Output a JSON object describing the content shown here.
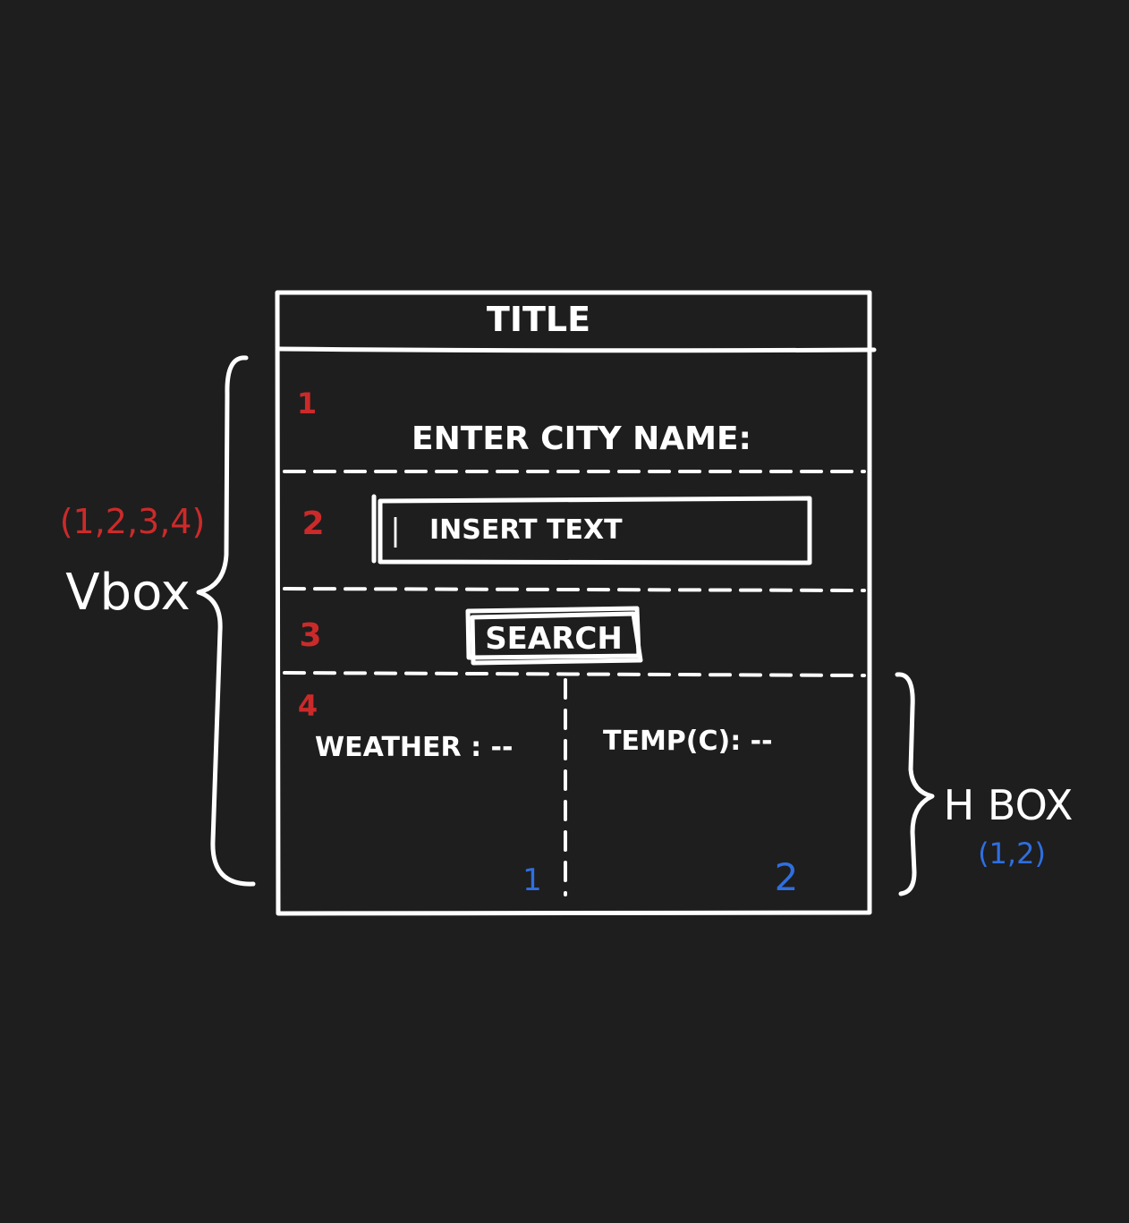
{
  "wireframe": {
    "title": "TITLE",
    "rows": [
      {
        "number": "1",
        "label": "ENTER CITY NAME:"
      },
      {
        "number": "2",
        "input_cursor": "|",
        "input_placeholder": "INSERT TEXT"
      },
      {
        "number": "3",
        "button_label": "SEARCH"
      },
      {
        "number": "4"
      }
    ],
    "hbox_cells": [
      {
        "number": "1",
        "label": "WEATHER : --"
      },
      {
        "number": "2",
        "label": "TEMP(C): --"
      }
    ]
  },
  "annotations": {
    "vbox": {
      "label": "Vbox",
      "children": "(1,2,3,4)"
    },
    "hbox": {
      "label": "H BOX",
      "children": "(1,2)"
    }
  },
  "colors": {
    "background": "#1e1e1e",
    "ink": "#ffffff",
    "vbox_numbers": "#cc2a2a",
    "hbox_numbers": "#2f6fe0"
  }
}
